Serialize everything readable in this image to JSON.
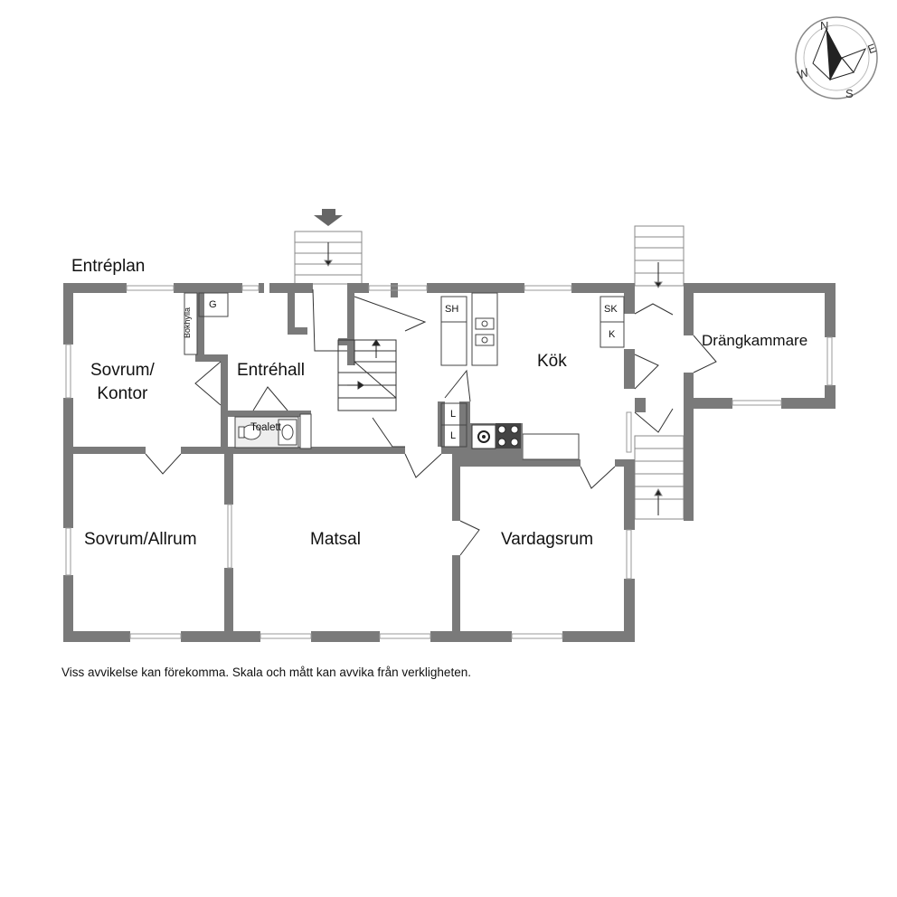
{
  "floor": {
    "title": "Entréplan"
  },
  "disclaimer": "Viss avvikelse kan förekomma. Skala och mått kan avvika från verkligheten.",
  "rooms": {
    "sovrum_kontor_line1": "Sovrum/",
    "sovrum_kontor_line2": "Kontor",
    "entrehall": "Entréhall",
    "toalett": "Toalett",
    "kok": "Kök",
    "drangkammare": "Drängkammare",
    "sovrum_allrum": "Sovrum/Allrum",
    "matsal": "Matsal",
    "vardagsrum": "Vardagsrum"
  },
  "fixtures": {
    "bokhylla": "Bokhylla",
    "g": "G",
    "sh": "SH",
    "sk": "SK",
    "k": "K",
    "l1": "L",
    "l2": "L"
  },
  "compass": {
    "n": "N",
    "e": "E",
    "s": "S",
    "w": "W"
  },
  "colors": {
    "wall": "#7a7a7a",
    "line": "#333333",
    "window": "#9a9a9a"
  }
}
